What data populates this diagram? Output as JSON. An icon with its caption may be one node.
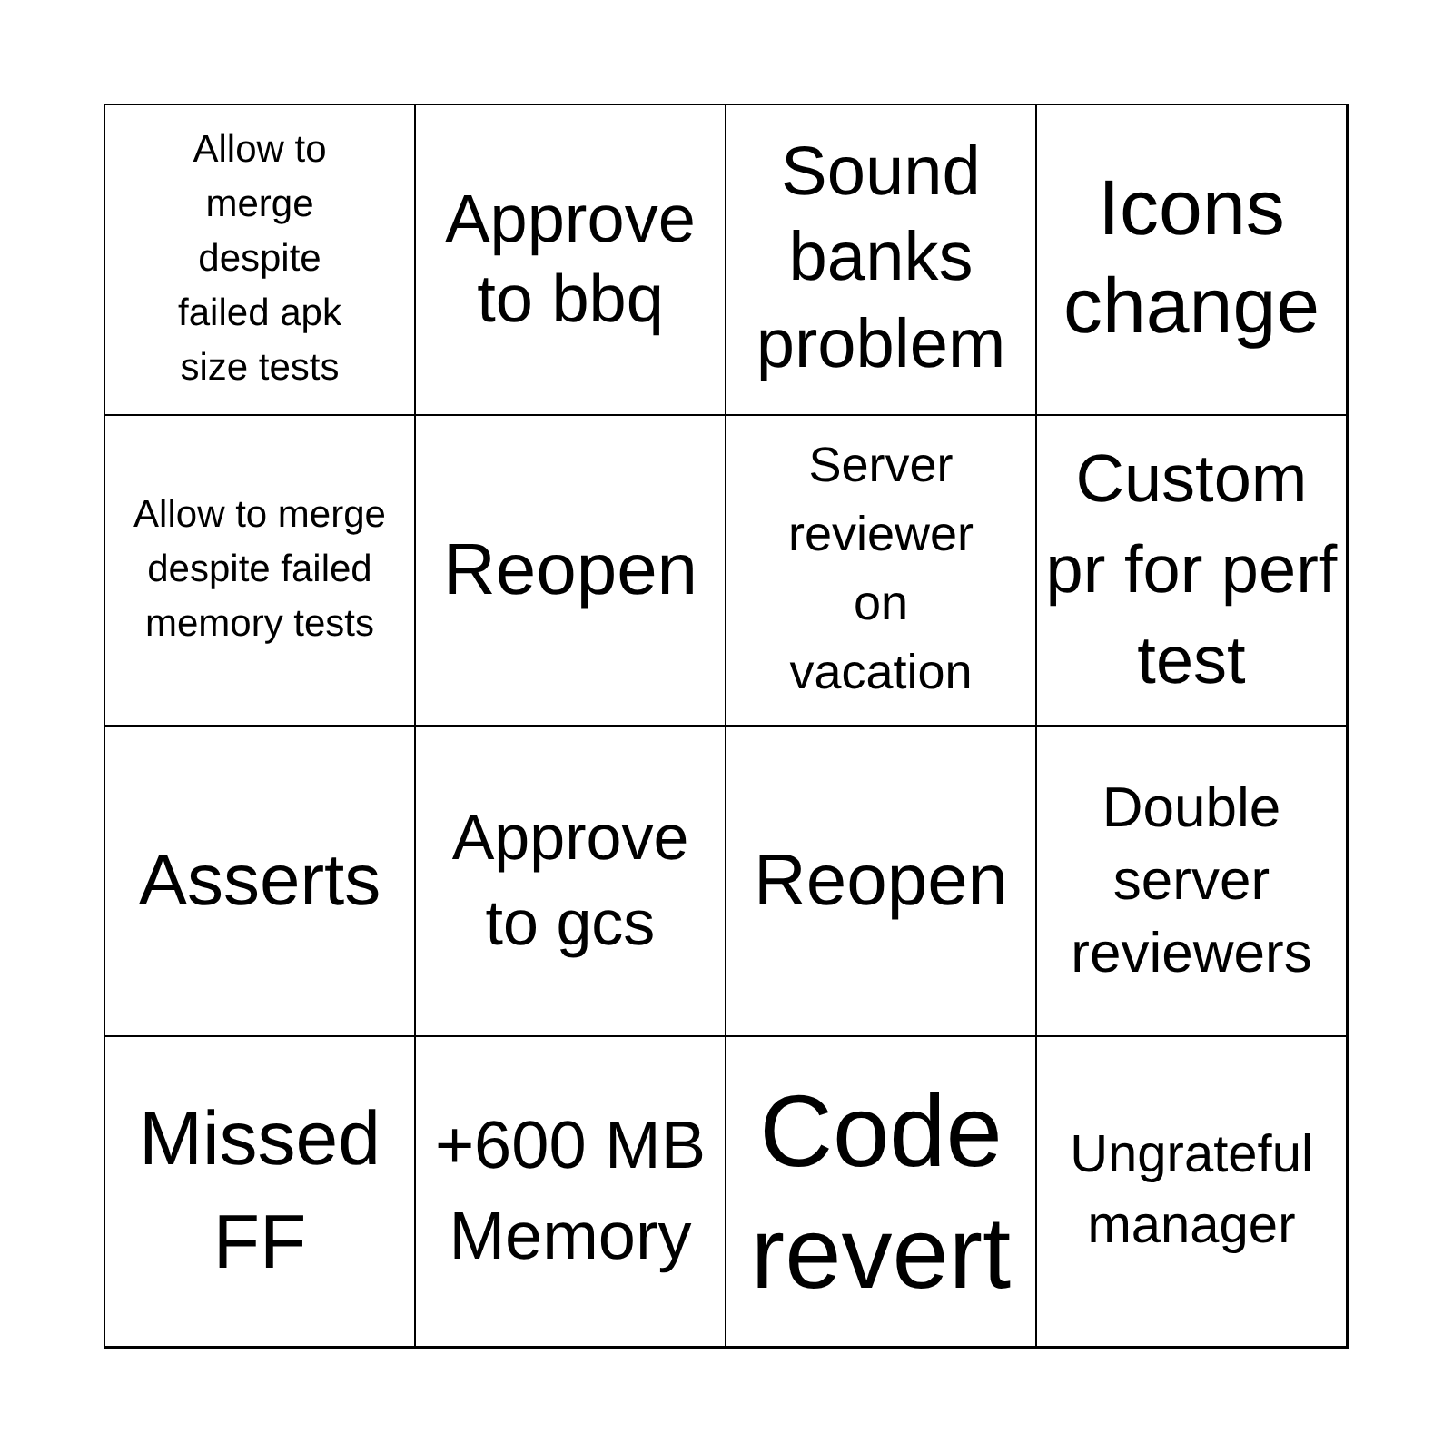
{
  "diagram": {
    "nodes": [
      {
        "text": [
          "Allow to merge despite failed apk size tests"
        ]
      },
      {
        "text": [
          "Approve to bbq"
        ]
      },
      {
        "text": [
          "Sound banks problem"
        ]
      },
      {
        "text": [
          "Icons change"
        ]
      },
      {
        "text": [
          "Allow to merge despite failed memory tests"
        ]
      },
      {
        "text": [
          "Reopen"
        ]
      },
      {
        "text": [
          "Server reviewer on vacation"
        ]
      },
      {
        "text": [
          "Custom pr for perf test"
        ]
      },
      {
        "text": [
          "Asserts"
        ]
      },
      {
        "text": [
          "Approve to gcs"
        ]
      },
      {
        "text": [
          "Reopen"
        ]
      },
      {
        "text": [
          "Double server reviewers"
        ]
      },
      {
        "text": [
          "Missed FF"
        ]
      },
      {
        "text": [
          "+600 MB Memory"
        ]
      },
      {
        "text": [
          "Code revert"
        ]
      },
      {
        "text": [
          "Ungrateful manager"
        ]
      }
    ]
  }
}
